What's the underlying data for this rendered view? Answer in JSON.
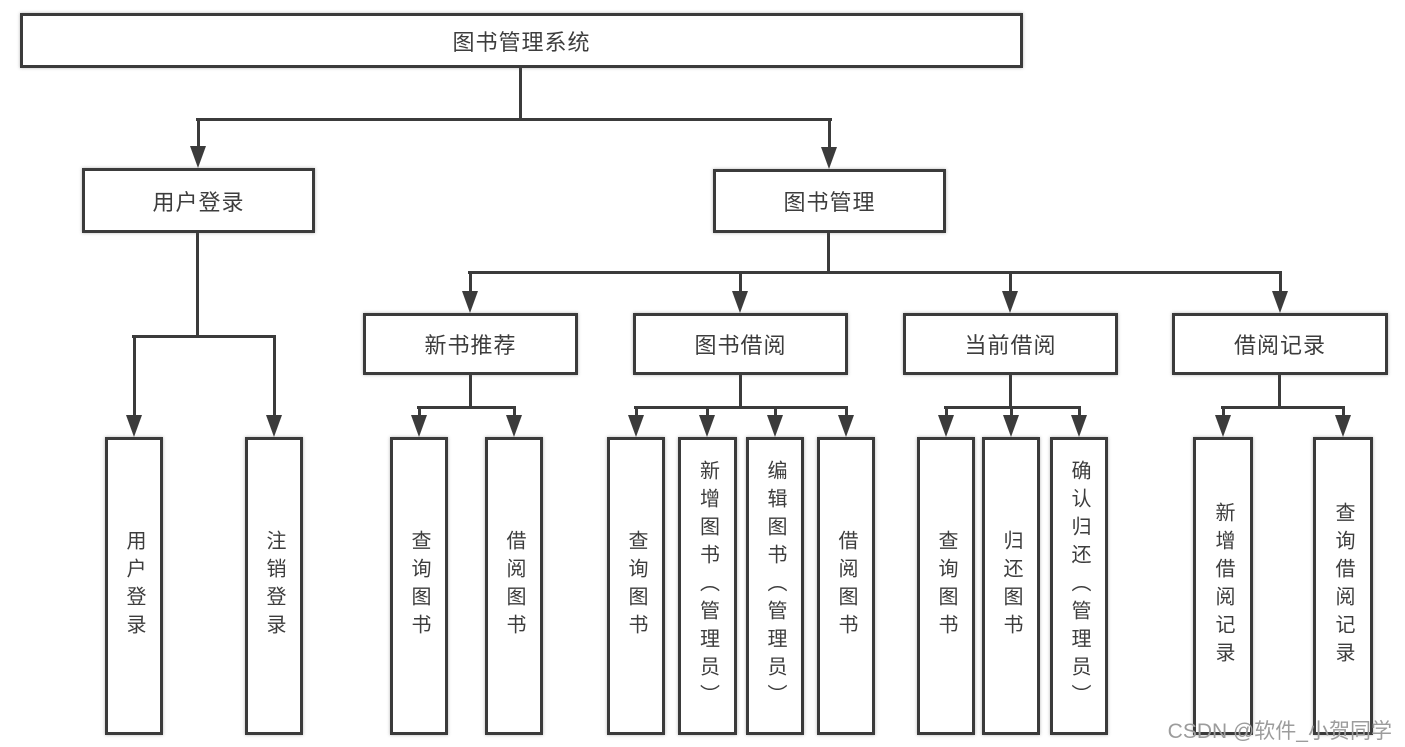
{
  "diagram": {
    "type": "tree",
    "title": "图书管理系统",
    "nodes": {
      "root": {
        "label": "图书管理系统"
      },
      "user_login": {
        "label": "用户登录"
      },
      "book_mgmt": {
        "label": "图书管理"
      },
      "new_book_rec": {
        "label": "新书推荐"
      },
      "book_borrow": {
        "label": "图书借阅"
      },
      "current_borrow": {
        "label": "当前借阅"
      },
      "borrow_record": {
        "label": "借阅记录"
      },
      "leaf_user_login": {
        "label": "用户登录"
      },
      "leaf_logout": {
        "label": "注销登录"
      },
      "leaf_query_book_rec": {
        "label": "查询图书"
      },
      "leaf_borrow_book_rec": {
        "label": "借阅图书"
      },
      "leaf_query_book_borrow": {
        "label": "查询图书"
      },
      "leaf_add_book": {
        "label": "新增图书（管理员）"
      },
      "leaf_edit_book": {
        "label": "编辑图书（管理员）"
      },
      "leaf_borrow_book_borrow": {
        "label": "借阅图书"
      },
      "leaf_query_book_current": {
        "label": "查询图书"
      },
      "leaf_return_book": {
        "label": "归还图书"
      },
      "leaf_confirm_return": {
        "label": "确认归还（管理员）"
      },
      "leaf_add_record": {
        "label": "新增借阅记录"
      },
      "leaf_query_record": {
        "label": "查询借阅记录"
      }
    },
    "hierarchy": {
      "图书管理系统": {
        "用户登录": [
          "用户登录",
          "注销登录"
        ],
        "图书管理": {
          "新书推荐": [
            "查询图书",
            "借阅图书"
          ],
          "图书借阅": [
            "查询图书",
            "新增图书（管理员）",
            "编辑图书（管理员）",
            "借阅图书"
          ],
          "当前借阅": [
            "查询图书",
            "归还图书",
            "确认归还（管理员）"
          ],
          "借阅记录": [
            "新增借阅记录",
            "查询借阅记录"
          ]
        }
      }
    },
    "colors": {
      "line": "#3b3b3b",
      "text": "#3d3d3d",
      "background": "#ffffff",
      "box_fill": "#ffffff"
    }
  },
  "watermark": {
    "text": "CSDN @软件_小贺同学",
    "color": "#9c9c9c"
  }
}
